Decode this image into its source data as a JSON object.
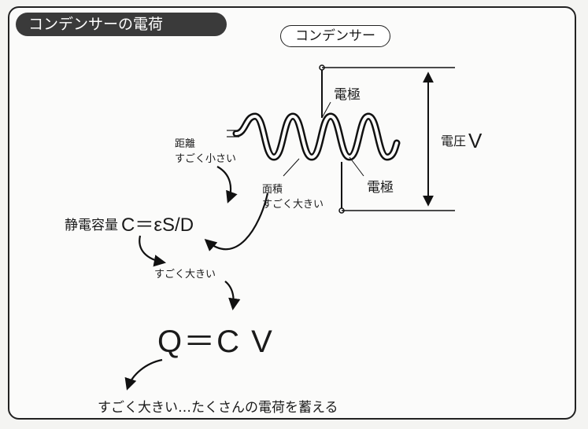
{
  "title": "コンデンサーの電荷",
  "subtitle": "コンデンサー",
  "electrode_top": "電極",
  "electrode_bottom": "電極",
  "voltage_prefix": "電圧",
  "voltage_symbol": "V",
  "distance_line1": "距離",
  "distance_line2": "すごく小さい",
  "area_line1": "面積",
  "area_line2": "すごく大きい",
  "capacitance_label": "静電容量",
  "capacitance_formula": "C＝εS/D",
  "big_label": "すごく大きい",
  "charge_formula": "Q＝C V",
  "conclusion": "すごく大きい…たくさんの電荷を蓄える"
}
